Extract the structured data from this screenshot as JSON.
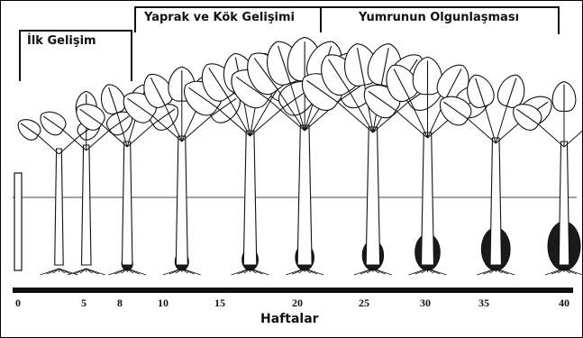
{
  "stages": [
    {
      "label": "İlk Gelişim"
    },
    {
      "label": "Yaprak ve Kök Gelişimi"
    },
    {
      "label": "Yumrunun Olgunlaşması"
    }
  ],
  "axis": {
    "title": "Haftalar",
    "ticks": [
      "0",
      "5",
      "8",
      "10",
      "15",
      "20",
      "25",
      "30",
      "35",
      "40"
    ]
  },
  "colors": {
    "ink": "#111111",
    "soil": "#1a1a1a",
    "leaf_fill": "#ffffff"
  },
  "plants": [
    {
      "week": 0,
      "leaf_count": 0,
      "leaf_size": 0,
      "corm_size": 0
    },
    {
      "week": 3,
      "leaf_count": 2,
      "leaf_size": 0.35,
      "corm_size": 0
    },
    {
      "week": 5,
      "leaf_count": 3,
      "leaf_size": 0.45,
      "corm_size": 0
    },
    {
      "week": 8,
      "leaf_count": 4,
      "leaf_size": 0.55,
      "corm_size": 0.15
    },
    {
      "week": 12,
      "leaf_count": 5,
      "leaf_size": 0.7,
      "corm_size": 0.25
    },
    {
      "week": 17,
      "leaf_count": 6,
      "leaf_size": 0.85,
      "corm_size": 0.35
    },
    {
      "week": 21,
      "leaf_count": 7,
      "leaf_size": 1.0,
      "corm_size": 0.45
    },
    {
      "week": 26,
      "leaf_count": 6,
      "leaf_size": 0.95,
      "corm_size": 0.55
    },
    {
      "week": 30,
      "leaf_count": 5,
      "leaf_size": 0.8,
      "corm_size": 0.7
    },
    {
      "week": 35,
      "leaf_count": 4,
      "leaf_size": 0.65,
      "corm_size": 0.85
    },
    {
      "week": 40,
      "leaf_count": 3,
      "leaf_size": 0.55,
      "corm_size": 1.0
    }
  ]
}
